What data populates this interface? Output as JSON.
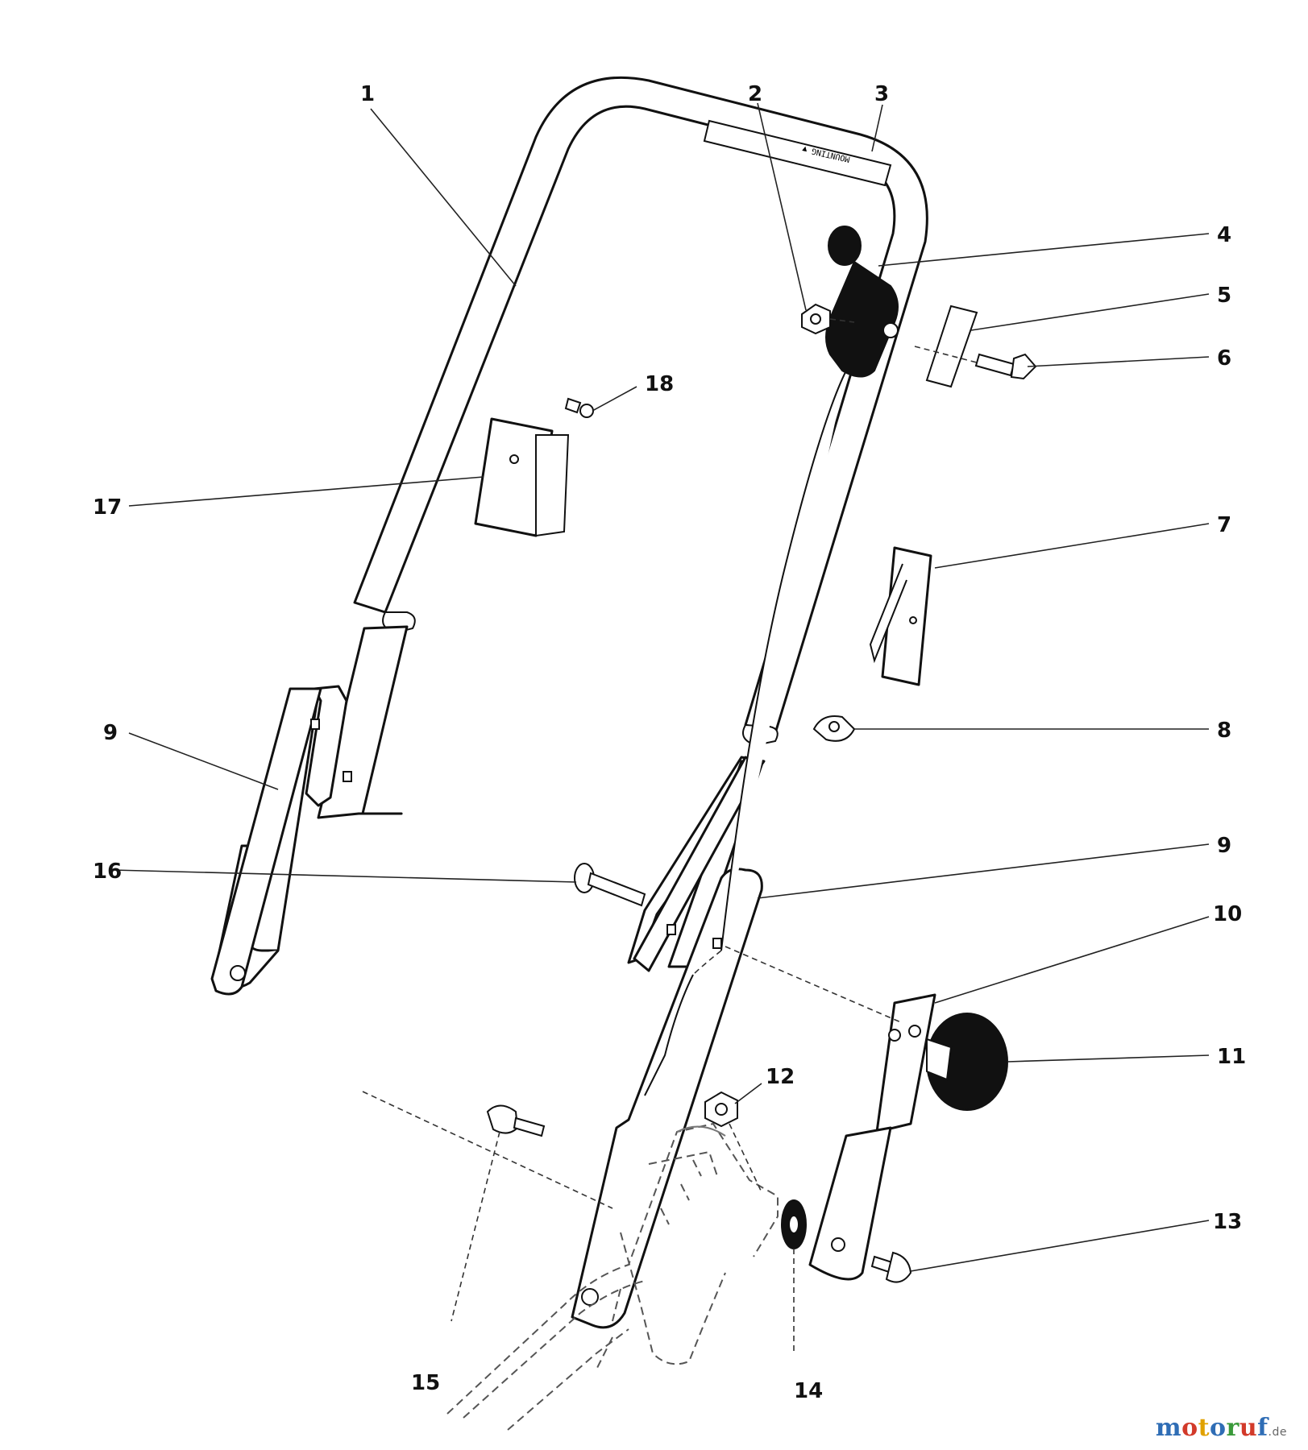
{
  "diagram": {
    "callouts": [
      {
        "id": "1",
        "label": "1"
      },
      {
        "id": "2",
        "label": "2"
      },
      {
        "id": "3",
        "label": "3"
      },
      {
        "id": "4",
        "label": "4"
      },
      {
        "id": "5",
        "label": "5"
      },
      {
        "id": "6",
        "label": "6"
      },
      {
        "id": "7",
        "label": "7"
      },
      {
        "id": "8",
        "label": "8"
      },
      {
        "id": "9a",
        "label": "9"
      },
      {
        "id": "9b",
        "label": "9"
      },
      {
        "id": "10",
        "label": "10"
      },
      {
        "id": "11",
        "label": "11"
      },
      {
        "id": "12",
        "label": "12"
      },
      {
        "id": "13",
        "label": "13"
      },
      {
        "id": "14",
        "label": "14"
      },
      {
        "id": "15",
        "label": "15"
      },
      {
        "id": "16",
        "label": "16"
      },
      {
        "id": "17",
        "label": "17"
      },
      {
        "id": "18",
        "label": "18"
      }
    ],
    "grip_text": "MOUNTING ▼"
  },
  "watermark": {
    "letters": [
      "m",
      "o",
      "t",
      "o",
      "r",
      "u",
      "f"
    ],
    "letter_colors": [
      "#2f6db5",
      "#d23a2a",
      "#e0a100",
      "#2f6db5",
      "#3a9a3a",
      "#d23a2a",
      "#2f6db5"
    ],
    "suffix": ".de"
  }
}
